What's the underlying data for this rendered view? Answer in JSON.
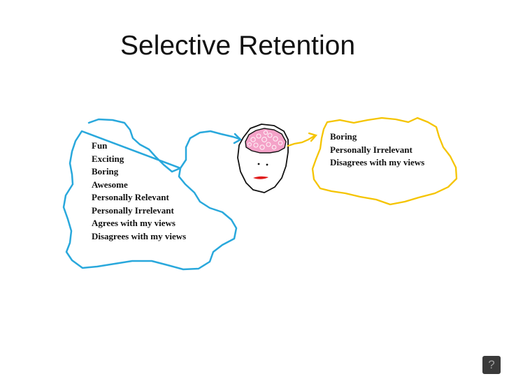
{
  "slide": {
    "title": "Selective Retention"
  },
  "input_cloud": {
    "items": [
      "Fun",
      "Exciting",
      "Boring",
      "Awesome",
      "Personally Relevant",
      "Personally Irrelevant",
      "Agrees with my views",
      "Disagrees with my views"
    ]
  },
  "retained_cloud": {
    "items": [
      "Boring",
      "Personally Irrelevant",
      "Disagrees with my views"
    ]
  },
  "help_button": {
    "label": "?"
  },
  "colors": {
    "input_cloud": "#29a8dc",
    "retained_cloud": "#f5c400",
    "brain": "#f4a2c8",
    "mouth": "#e01b1b"
  }
}
